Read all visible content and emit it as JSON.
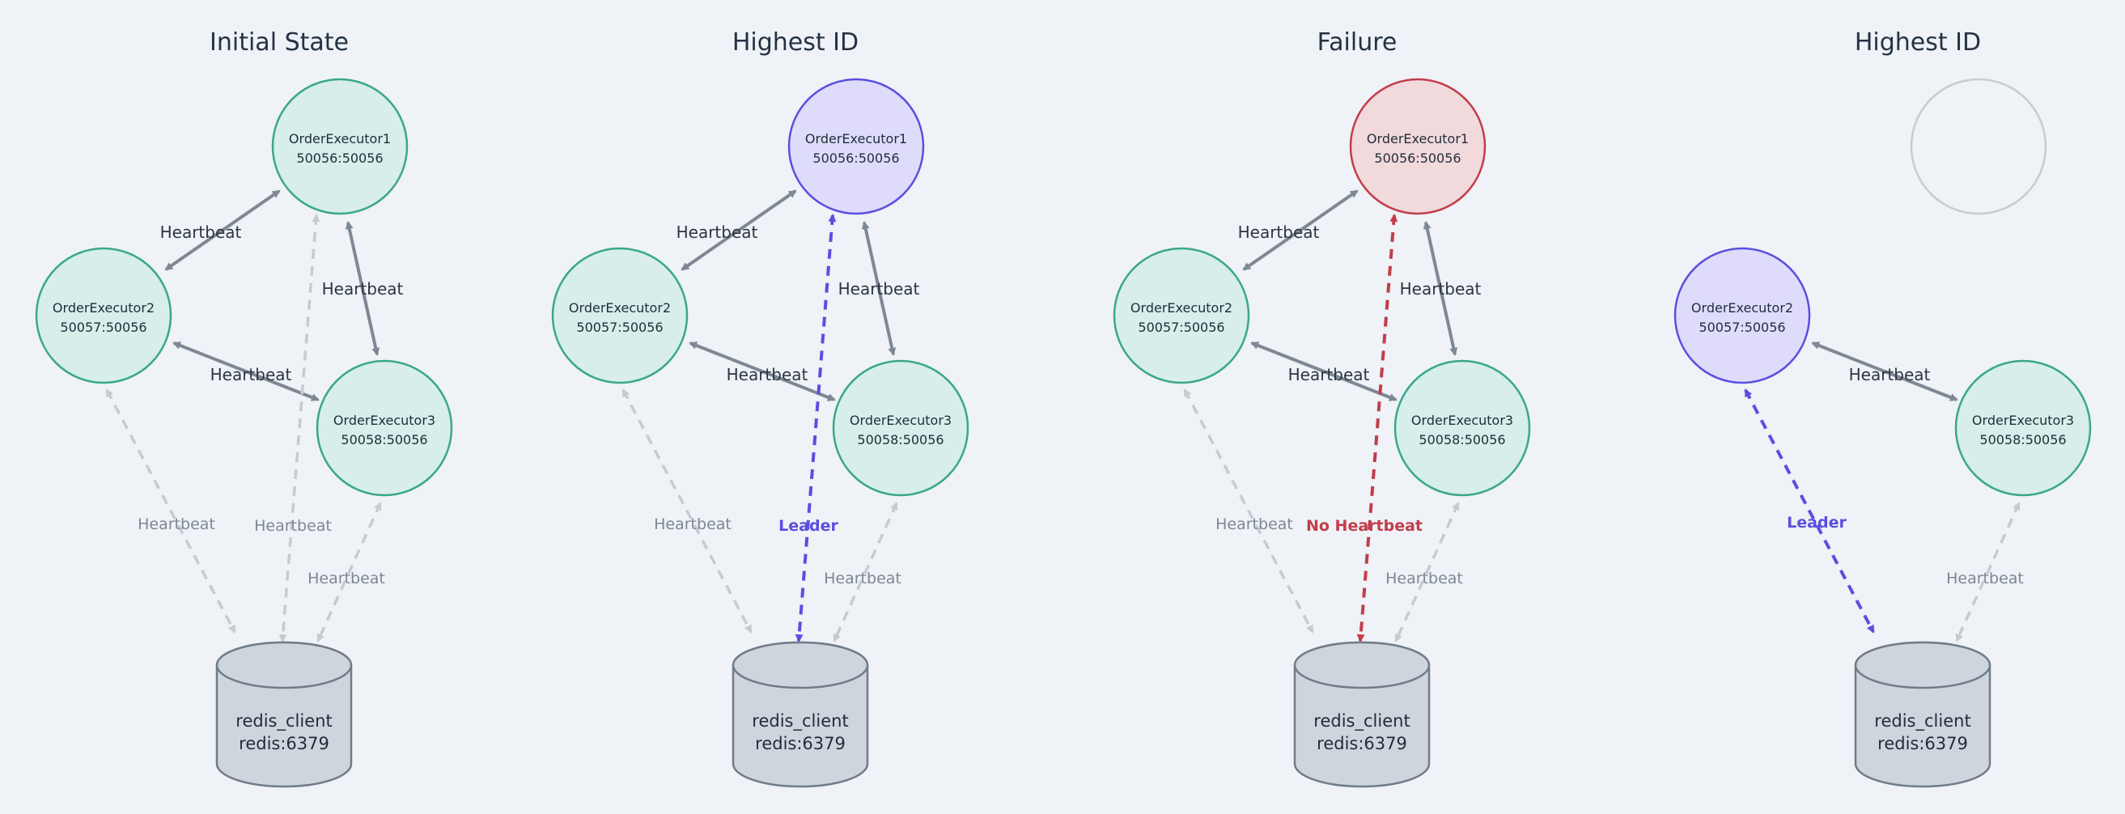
{
  "colors": {
    "background": "#eff2f6",
    "node_fill": "#d7eeea",
    "node_stroke": "#3aa889",
    "leader_fill": "#dedcfa",
    "leader_stroke": "#5a4fe0",
    "failed_fill": "#f2d9dc",
    "failed_stroke": "#c23d4b",
    "absent_stroke": "#c7ccd3",
    "db_fill": "#cfd5dd",
    "db_stroke": "#707c89",
    "arrow_dark": "#7e8895",
    "arrow_light": "#c6cbd2"
  },
  "panels": [
    {
      "title": "Initial State",
      "nodes": [
        {
          "name": "OrderExecutor1",
          "addr": "50056:50056",
          "state": "normal"
        },
        {
          "name": "OrderExecutor2",
          "addr": "50057:50056",
          "state": "normal"
        },
        {
          "name": "OrderExecutor3",
          "addr": "50058:50056",
          "state": "normal"
        }
      ],
      "db": {
        "name": "redis_client",
        "addr": "redis:6379"
      },
      "peer_labels": {
        "e1_e2": "Heartbeat",
        "e1_e3": "Heartbeat",
        "e2_e3": "Heartbeat"
      },
      "db_labels": {
        "e2": "Heartbeat",
        "e1": "Heartbeat",
        "e3": "Heartbeat"
      }
    },
    {
      "title": "Highest ID",
      "nodes": [
        {
          "name": "OrderExecutor1",
          "addr": "50056:50056",
          "state": "leader"
        },
        {
          "name": "OrderExecutor2",
          "addr": "50057:50056",
          "state": "normal"
        },
        {
          "name": "OrderExecutor3",
          "addr": "50058:50056",
          "state": "normal"
        }
      ],
      "db": {
        "name": "redis_client",
        "addr": "redis:6379"
      },
      "peer_labels": {
        "e1_e2": "Heartbeat",
        "e1_e3": "Heartbeat",
        "e2_e3": "Heartbeat"
      },
      "db_labels": {
        "e2": "Heartbeat",
        "e1": "Leader",
        "e3": "Heartbeat"
      }
    },
    {
      "title": "Failure",
      "nodes": [
        {
          "name": "OrderExecutor1",
          "addr": "50056:50056",
          "state": "failed"
        },
        {
          "name": "OrderExecutor2",
          "addr": "50057:50056",
          "state": "normal"
        },
        {
          "name": "OrderExecutor3",
          "addr": "50058:50056",
          "state": "normal"
        }
      ],
      "db": {
        "name": "redis_client",
        "addr": "redis:6379"
      },
      "peer_labels": {
        "e1_e2": "Heartbeat",
        "e1_e3": "Heartbeat",
        "e2_e3": "Heartbeat"
      },
      "db_labels": {
        "e2": "Heartbeat",
        "e1": "No Heartbeat",
        "e3": "Heartbeat"
      }
    },
    {
      "title": "Highest ID",
      "nodes": [
        {
          "name": "",
          "addr": "",
          "state": "absent"
        },
        {
          "name": "OrderExecutor2",
          "addr": "50057:50056",
          "state": "leader"
        },
        {
          "name": "OrderExecutor3",
          "addr": "50058:50056",
          "state": "normal"
        }
      ],
      "db": {
        "name": "redis_client",
        "addr": "redis:6379"
      },
      "peer_labels": {
        "e2_e3": "Heartbeat"
      },
      "db_labels": {
        "e2": "Leader",
        "e3": "Heartbeat"
      }
    }
  ]
}
